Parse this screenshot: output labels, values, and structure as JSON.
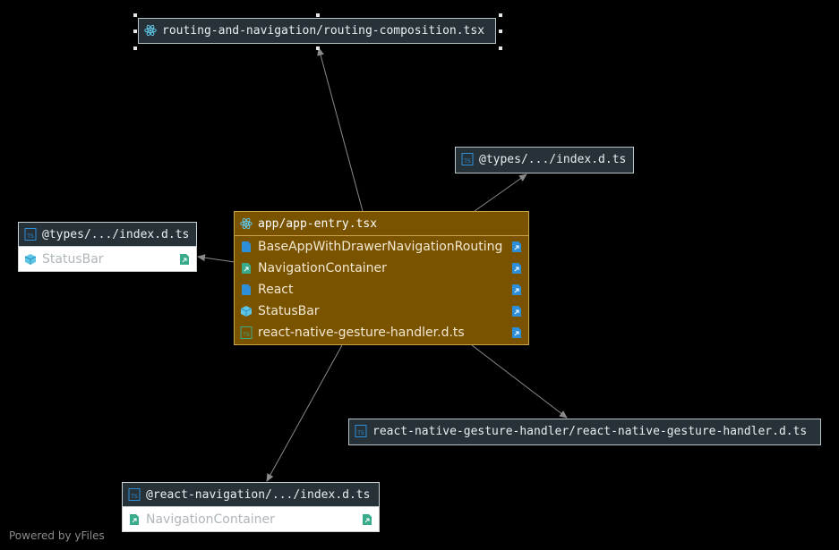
{
  "nodes": {
    "routing": {
      "title": "routing-and-navigation/routing-composition.tsx",
      "icon": "react-icon"
    },
    "types_right": {
      "title": "@types/.../index.d.ts",
      "icon": "typescript-file-icon"
    },
    "types_left": {
      "title": "@types/.../index.d.ts",
      "icon": "typescript-file-icon",
      "members": [
        {
          "label": "StatusBar",
          "icon": "cube-icon",
          "trailing_icon": "export-file-icon"
        }
      ]
    },
    "app_entry": {
      "title": "app/app-entry.tsx",
      "icon": "react-icon",
      "members": [
        {
          "label": "BaseAppWithDrawerNavigationRouting",
          "icon": "file-icon",
          "trailing_icon": "file-link-icon"
        },
        {
          "label": "NavigationContainer",
          "icon": "export-file-icon",
          "trailing_icon": "file-link-icon"
        },
        {
          "label": "React",
          "icon": "file-icon",
          "trailing_icon": "file-link-icon"
        },
        {
          "label": "StatusBar",
          "icon": "cube-icon",
          "trailing_icon": "file-link-icon"
        },
        {
          "label": "react-native-gesture-handler.d.ts",
          "icon": "typescript-file-icon",
          "trailing_icon": "file-link-icon"
        }
      ]
    },
    "gesture": {
      "title": "react-native-gesture-handler/react-native-gesture-handler.d.ts",
      "icon": "typescript-file-icon"
    },
    "react_nav": {
      "title": "@react-navigation/.../index.d.ts",
      "icon": "typescript-file-icon",
      "members": [
        {
          "label": "NavigationContainer",
          "icon": "export-file-icon",
          "trailing_icon": "export-file-icon"
        }
      ]
    }
  },
  "footer": "Powered by yFiles",
  "colors": {
    "background": "#000000",
    "main_node": "#7a5300",
    "dark_node": "#263238",
    "edge": "#8a8a8a",
    "icon_blue": "#2e8fd8",
    "icon_green": "#3aaa8c"
  }
}
